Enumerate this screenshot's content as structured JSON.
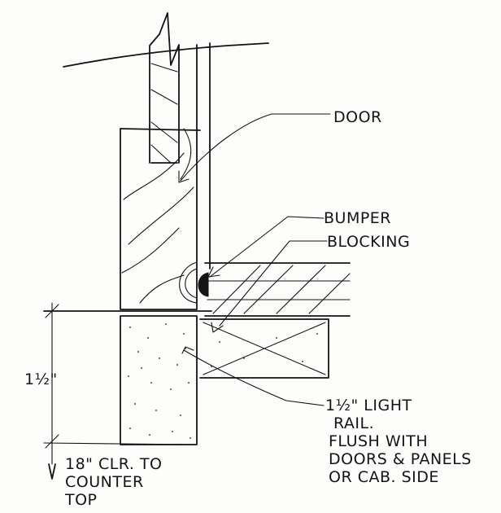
{
  "labels": {
    "door": "DOOR",
    "bumper": "BUMPER",
    "blocking": "BLOCKING",
    "dimension": "1½\"",
    "rail": {
      "line1": "1½\" LIGHT",
      "line2": "RAIL.",
      "line3": "FLUSH WITH",
      "line4": "DOORS & PANELS",
      "line5": "OR CAB. SIDE"
    },
    "clearance": {
      "line1": "18\" CLR. TO",
      "line2": "COUNTER",
      "line3": "TOP"
    }
  }
}
